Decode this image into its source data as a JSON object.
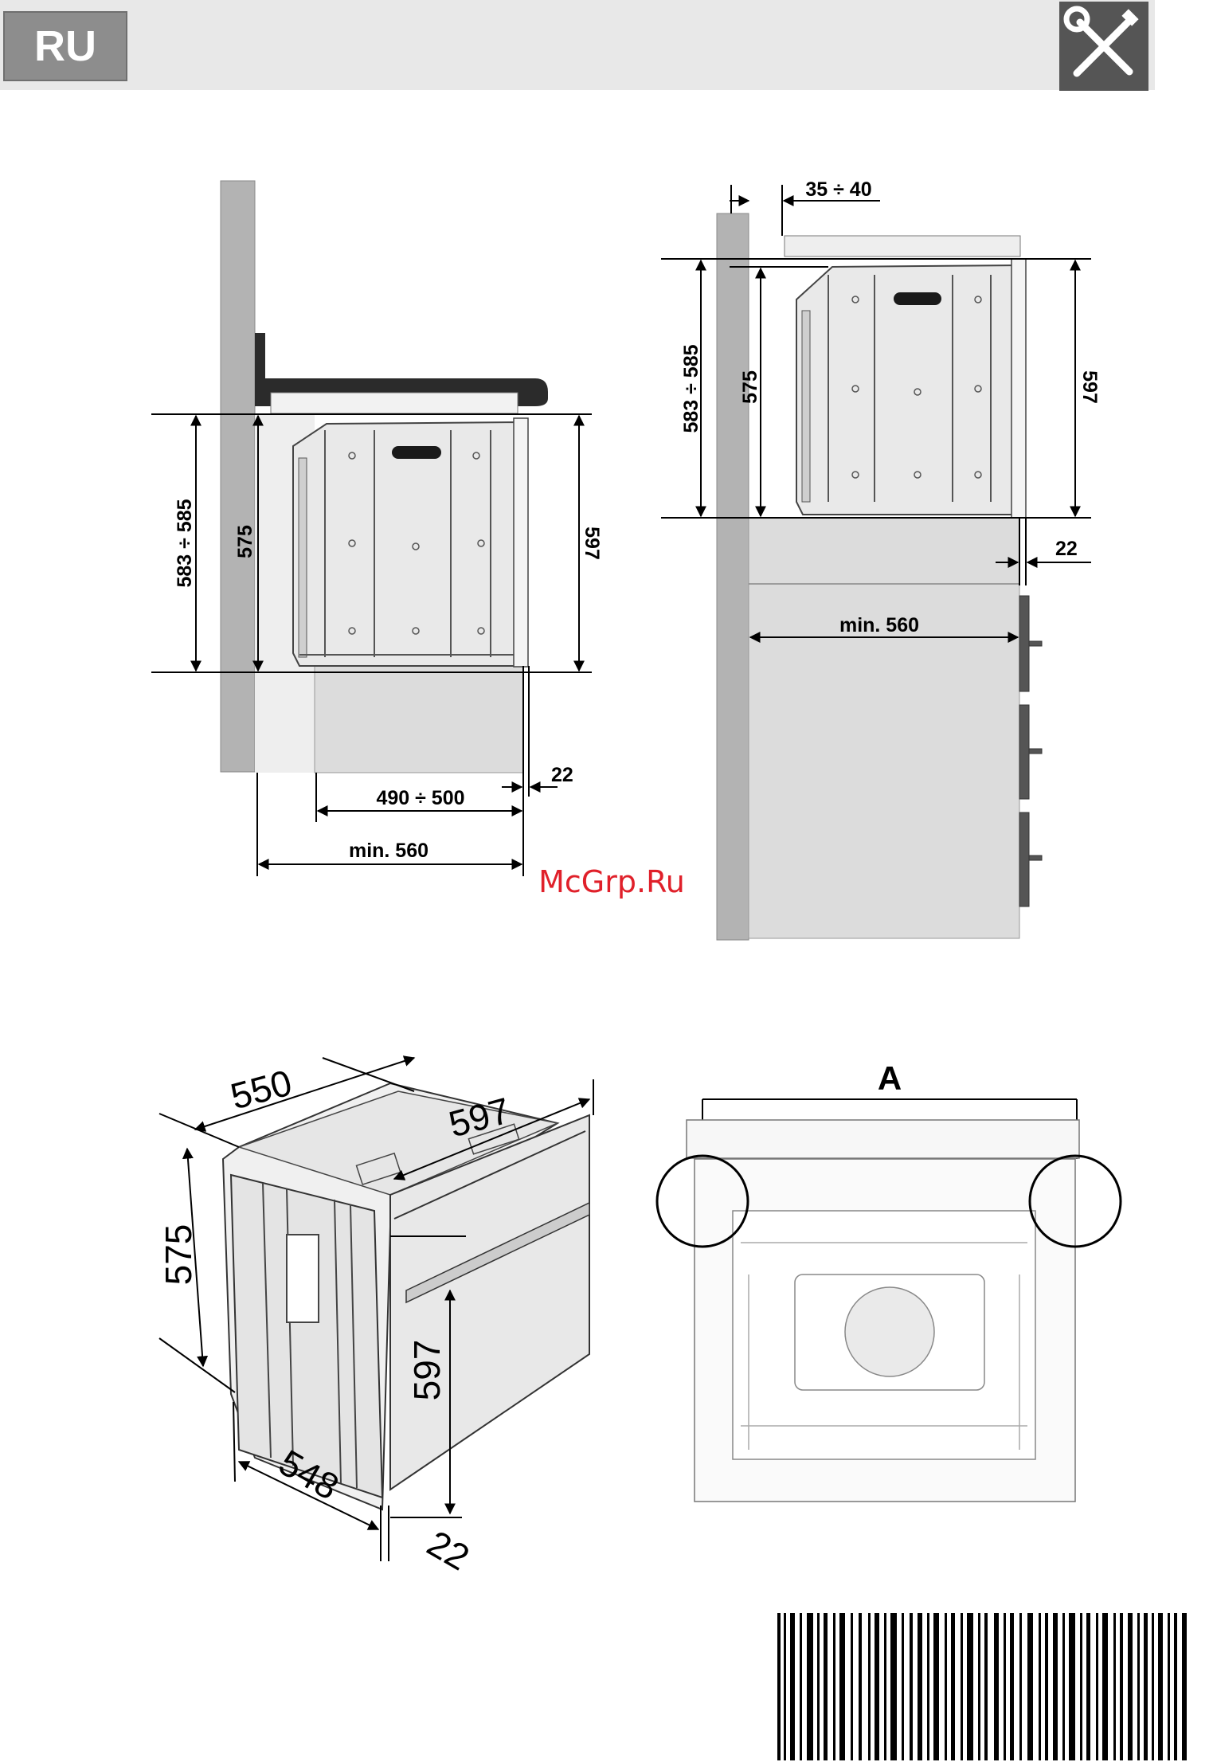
{
  "header": {
    "language": "RU",
    "tools_icon": "wrench-screwdriver-icon",
    "colors": {
      "header_bg": "#e8e8e8",
      "badge_bg": "#8d8d8d",
      "icon_bg": "#555555"
    }
  },
  "watermark": "McGrp.Ru",
  "diagram_under_counter": {
    "dims": {
      "opening_height": "583 ÷ 585",
      "oven_height": "575",
      "front_height": "597",
      "frame_thickness": "22",
      "body_depth": "490 ÷ 500",
      "min_depth": "min. 560"
    }
  },
  "diagram_column": {
    "dims": {
      "gap": "35 ÷ 40",
      "opening_height": "583 ÷ 585",
      "oven_height": "575",
      "front_height": "597",
      "frame_thickness": "22",
      "min_depth": "min. 560"
    }
  },
  "diagram_perspective": {
    "dims": {
      "depth": "550",
      "width": "597",
      "height": "575",
      "front_height": "597",
      "bottom_depth": "548",
      "frame_thickness": "22"
    }
  },
  "diagram_front": {
    "label": "A"
  }
}
